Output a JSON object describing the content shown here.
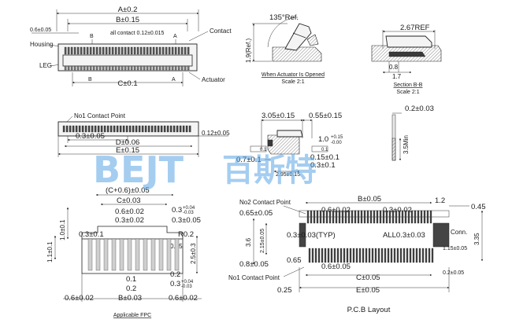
{
  "labels": {
    "a_dim": "A±0.2",
    "b_dim": "B±0.15",
    "all_contact": "all contact 0.12±0.015",
    "contact": "Contact",
    "housing": "Housing",
    "leg": "LEG",
    "actuator": "Actuator",
    "c_dim": "C±0.1",
    "b_marker": "B",
    "a_marker": "A",
    "pitch_top": "0.6±0.05",
    "angle": "135°Ref.",
    "height_ref": "1.9(Ref.)",
    "opened_caption": "When Actuator Is Opened",
    "scale_opened": "Scale 2:1",
    "ref_267": "2.67REF",
    "dim_08": "0.8",
    "dim_17": "1.7",
    "section_bb": "Section B-B",
    "scale_bb": "Scale 2:1",
    "no1_contact": "No1 Contact Point",
    "dim_03": "0.3±0.05",
    "d_dim": "D±0.06",
    "e_dim": "E±0.15",
    "dim_012": "0.12±0.05",
    "dim_305": "3.05±0.15",
    "dim_055": "0.55±0.15",
    "dim_10": "1.0",
    "dim_10_tol_up": "+0.15",
    "dim_10_tol_dn": "-0.00",
    "dim_07": "0.7±0.1",
    "dim_015": "0.15±0.1",
    "dim_031": "0.3±0.1",
    "dim_295": "2.95±0.15",
    "flat_01a": "0.1",
    "flat_01b": "0.1",
    "dim_02": "0.2±0.03",
    "dim_35": "3.5Min",
    "fpc_c06": "(C+0.6)±0.05",
    "fpc_c": "C±0.03",
    "fpc_062": "0.6±0.02",
    "fpc_032": "0.3±0.02",
    "fpc_03_tol": "0.3",
    "fpc_03_tol_up": "+0.04",
    "fpc_03_tol_dn": "-0.03",
    "fpc_0305": "0.3±0.05",
    "fpc_10": "1.0±0.1",
    "fpc_031": "0.3±0.1",
    "fpc_11": "1.1±0.1",
    "fpc_r02": "R0.2",
    "fpc_015": "0.15",
    "fpc_25": "2.5±0.3",
    "fpc_01": "0.1",
    "fpc_02a": "0.2",
    "fpc_02b": "0.2",
    "fpc_b003": "B±0.03",
    "fpc_062b": "0.6±0.02",
    "fpc_062c": "0.6±0.02",
    "applicable_fpc": "Applicable FPC",
    "pcb_no2": "No2 Contact Point",
    "pcb_b": "B±0.05",
    "pcb_12": "1.2",
    "pcb_045": "0.45",
    "pcb_065": "0.65±0.05",
    "pcb_062": "0.6±0.02",
    "pcb_032": "0.3±0.02",
    "pcb_36": "3.6",
    "pcb_215": "2.15±0.05",
    "pcb_03typ": "0.3±0.03(TYP)",
    "pcb_all": "ALL0.3±0.03",
    "pcb_conn": "Conn.",
    "pcb_335": "3.35",
    "pcb_08": "0.8±0.05",
    "pcb_065b": "0.65",
    "pcb_115": "1.15±0.05",
    "pcb_0605": "0.6±0.05",
    "pcb_no1": "No1 Contact Point",
    "pcb_c": "C±0.05",
    "pcb_0205": "0.2±0.05",
    "pcb_025": "0.25",
    "pcb_e": "E±0.05",
    "pcb_layout": "P.C.B Layout"
  },
  "watermark": {
    "latin": "BEJT",
    "chinese": "百斯特"
  },
  "colors": {
    "line": "#222222",
    "watermark": "#5aa6e4",
    "dark_fill": "#3a3a3a"
  }
}
